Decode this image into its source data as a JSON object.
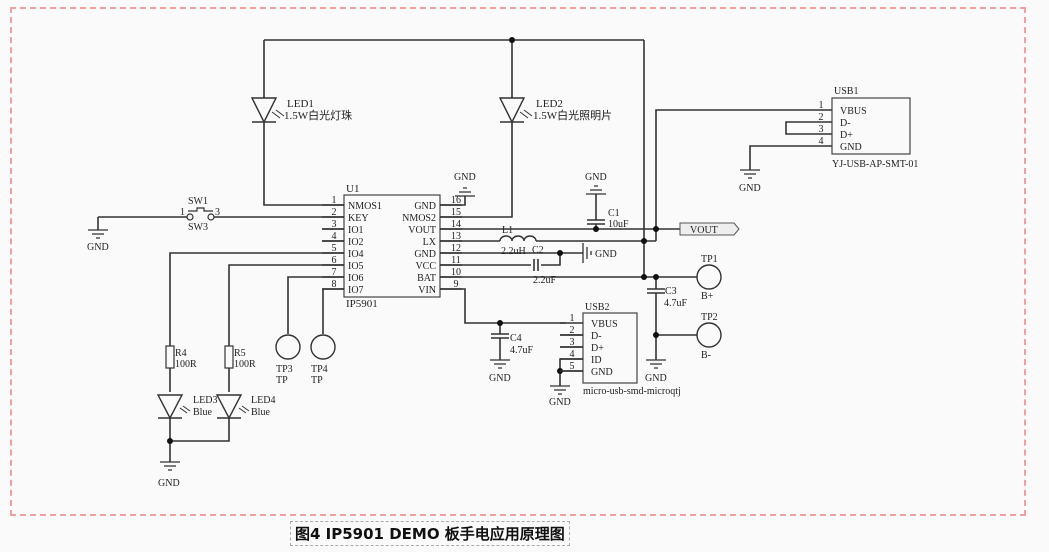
{
  "caption": "图4 IP5901 DEMO 板手电应用原理图",
  "u1": {
    "ref": "U1",
    "part": "IP5901",
    "left_pins": [
      {
        "num": "1",
        "name": "NMOS1"
      },
      {
        "num": "2",
        "name": "KEY"
      },
      {
        "num": "3",
        "name": "IO1"
      },
      {
        "num": "4",
        "name": "IO2"
      },
      {
        "num": "5",
        "name": "IO4"
      },
      {
        "num": "6",
        "name": "IO5"
      },
      {
        "num": "7",
        "name": "IO6"
      },
      {
        "num": "8",
        "name": "IO7"
      }
    ],
    "right_pins": [
      {
        "num": "16",
        "name": "GND"
      },
      {
        "num": "15",
        "name": "NMOS2"
      },
      {
        "num": "14",
        "name": "VOUT"
      },
      {
        "num": "13",
        "name": "LX"
      },
      {
        "num": "12",
        "name": "GND"
      },
      {
        "num": "11",
        "name": "VCC"
      },
      {
        "num": "10",
        "name": "BAT"
      },
      {
        "num": "9",
        "name": "VIN"
      }
    ]
  },
  "led1": {
    "ref": "LED1",
    "value": "1.5W白光灯珠"
  },
  "led2": {
    "ref": "LED2",
    "value": "1.5W白光照明片"
  },
  "led3": {
    "ref": "LED3",
    "value": "Blue"
  },
  "led4": {
    "ref": "LED4",
    "value": "Blue"
  },
  "r4": {
    "ref": "R4",
    "value": "100R"
  },
  "r5": {
    "ref": "R5",
    "value": "100R"
  },
  "sw": {
    "ref_top": "SW1",
    "ref_bottom": "SW3",
    "pin1": "1",
    "pin3": "3"
  },
  "c1": {
    "ref": "C1",
    "value": "10uF"
  },
  "c2": {
    "ref": "C2",
    "value": "2.2uF"
  },
  "c3": {
    "ref": "C3",
    "value": "4.7uF"
  },
  "c4": {
    "ref": "C4",
    "value": "4.7uF"
  },
  "l1": {
    "ref": "L1",
    "value": "2.2uH"
  },
  "tp1": {
    "ref": "TP1",
    "label": "B+"
  },
  "tp2": {
    "ref": "TP2",
    "label": "B-"
  },
  "tp3": {
    "ref": "TP3",
    "label": "TP"
  },
  "tp4": {
    "ref": "TP4",
    "label": "TP"
  },
  "vout_port": "VOUT",
  "gnd_label": "GND",
  "usb1": {
    "ref": "USB1",
    "part": "YJ-USB-AP-SMT-01",
    "pins": [
      {
        "num": "1",
        "name": "VBUS"
      },
      {
        "num": "2",
        "name": "D-"
      },
      {
        "num": "3",
        "name": "D+"
      },
      {
        "num": "4",
        "name": "GND"
      }
    ]
  },
  "usb2": {
    "ref": "USB2",
    "part": "micro-usb-smd-microqtj",
    "pins": [
      {
        "num": "1",
        "name": "VBUS"
      },
      {
        "num": "2",
        "name": "D-"
      },
      {
        "num": "3",
        "name": "D+"
      },
      {
        "num": "4",
        "name": "ID"
      },
      {
        "num": "5",
        "name": "GND"
      }
    ]
  }
}
